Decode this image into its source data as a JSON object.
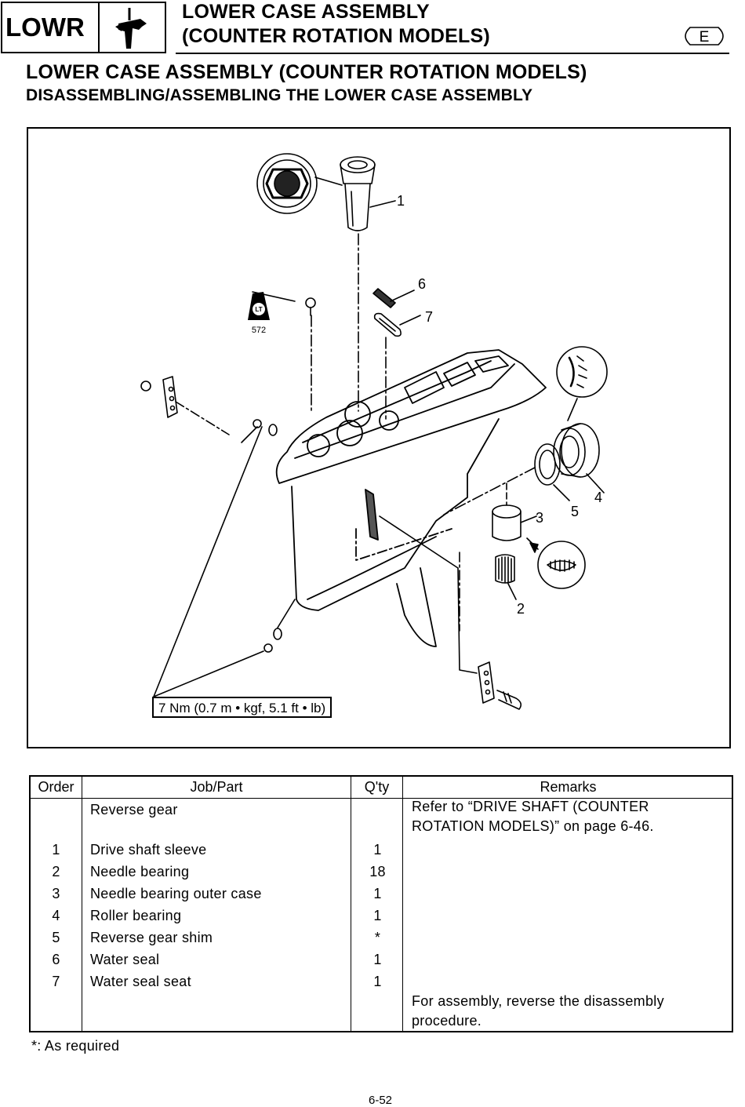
{
  "header": {
    "section_code": "LOWR",
    "section_icon": "lower-unit-icon",
    "title_line1": "LOWER CASE ASSEMBLY",
    "title_line2": "(COUNTER ROTATION MODELS)",
    "language_badge": "E"
  },
  "page": {
    "title": "LOWER CASE ASSEMBLY (COUNTER ROTATION MODELS)",
    "subtitle": "DISASSEMBLING/ASSEMBLING THE LOWER CASE ASSEMBLY"
  },
  "diagram": {
    "callouts": [
      "1",
      "6",
      "7",
      "4",
      "5",
      "3",
      "2"
    ],
    "sealant_code": "572",
    "sealant_badge": "LT",
    "torque_spec": "7 Nm (0.7 m • kgf, 5.1 ft • lb)"
  },
  "parts_table": {
    "headers": {
      "order": "Order",
      "job_part": "Job/Part",
      "qty": "Q'ty",
      "remarks": "Remarks"
    },
    "rows": [
      {
        "order": "",
        "part": "Reverse gear",
        "qty": "",
        "remarks": "Refer to “DRIVE SHAFT (COUNTER ROTATION MODELS)” on page 6-46."
      },
      {
        "order": "1",
        "part": "Drive shaft sleeve",
        "qty": "1",
        "remarks": ""
      },
      {
        "order": "2",
        "part": "Needle bearing",
        "qty": "18",
        "remarks": ""
      },
      {
        "order": "3",
        "part": "Needle bearing outer case",
        "qty": "1",
        "remarks": ""
      },
      {
        "order": "4",
        "part": "Roller bearing",
        "qty": "1",
        "remarks": ""
      },
      {
        "order": "5",
        "part": "Reverse gear shim",
        "qty": "*",
        "remarks": ""
      },
      {
        "order": "6",
        "part": "Water seal",
        "qty": "1",
        "remarks": ""
      },
      {
        "order": "7",
        "part": "Water seal seat",
        "qty": "1",
        "remarks": ""
      }
    ],
    "closing_remark": "For assembly, reverse the disassembly procedure."
  },
  "footnote": "*: As required",
  "page_number": "6-52"
}
